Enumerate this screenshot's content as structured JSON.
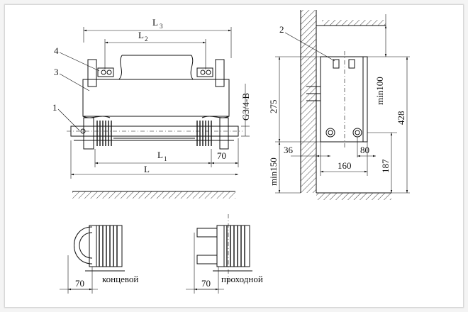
{
  "labels": {
    "L3": "L",
    "L3_sub": "3",
    "L2": "L",
    "L2_sub": "2",
    "L1": "L",
    "L1_sub": "1",
    "L": "L",
    "dim70_main": "70",
    "pipe_thread": "G3/4-B",
    "callout_1": "1",
    "callout_2": "2",
    "callout_3": "3",
    "callout_4": "4",
    "dim275": "275",
    "dim428": "428",
    "min100": "min100",
    "min150": "min150",
    "dim36": "36",
    "dim80": "80",
    "dim160": "160",
    "dim187": "187",
    "dim70_end": "70",
    "dim70_pass": "70",
    "end_type": "концевой",
    "pass_type": "проходной"
  },
  "colors": {
    "line": "#111111",
    "background": "#ffffff",
    "frame": "#d8d8d8"
  }
}
